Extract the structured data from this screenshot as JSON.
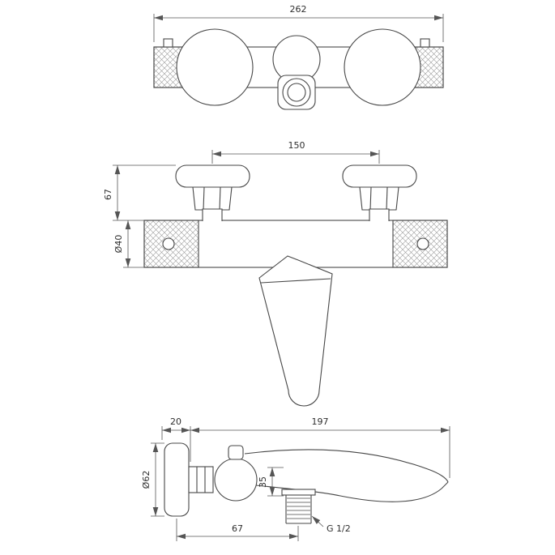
{
  "drawing": {
    "top": {
      "overall_width": "262"
    },
    "front": {
      "handle_spacing": "150",
      "handle_height": "67",
      "body_diameter": "Ø40"
    },
    "side": {
      "plate_depth": "20",
      "spout_reach": "197",
      "plate_diameter": "Ø62",
      "outlet_drop": "35",
      "outlet_offset": "67",
      "thread_size": "G 1/2"
    },
    "colors": {
      "object_line": "#474747",
      "dimension_line": "#555555",
      "knurl": "#9a9a9a"
    }
  }
}
